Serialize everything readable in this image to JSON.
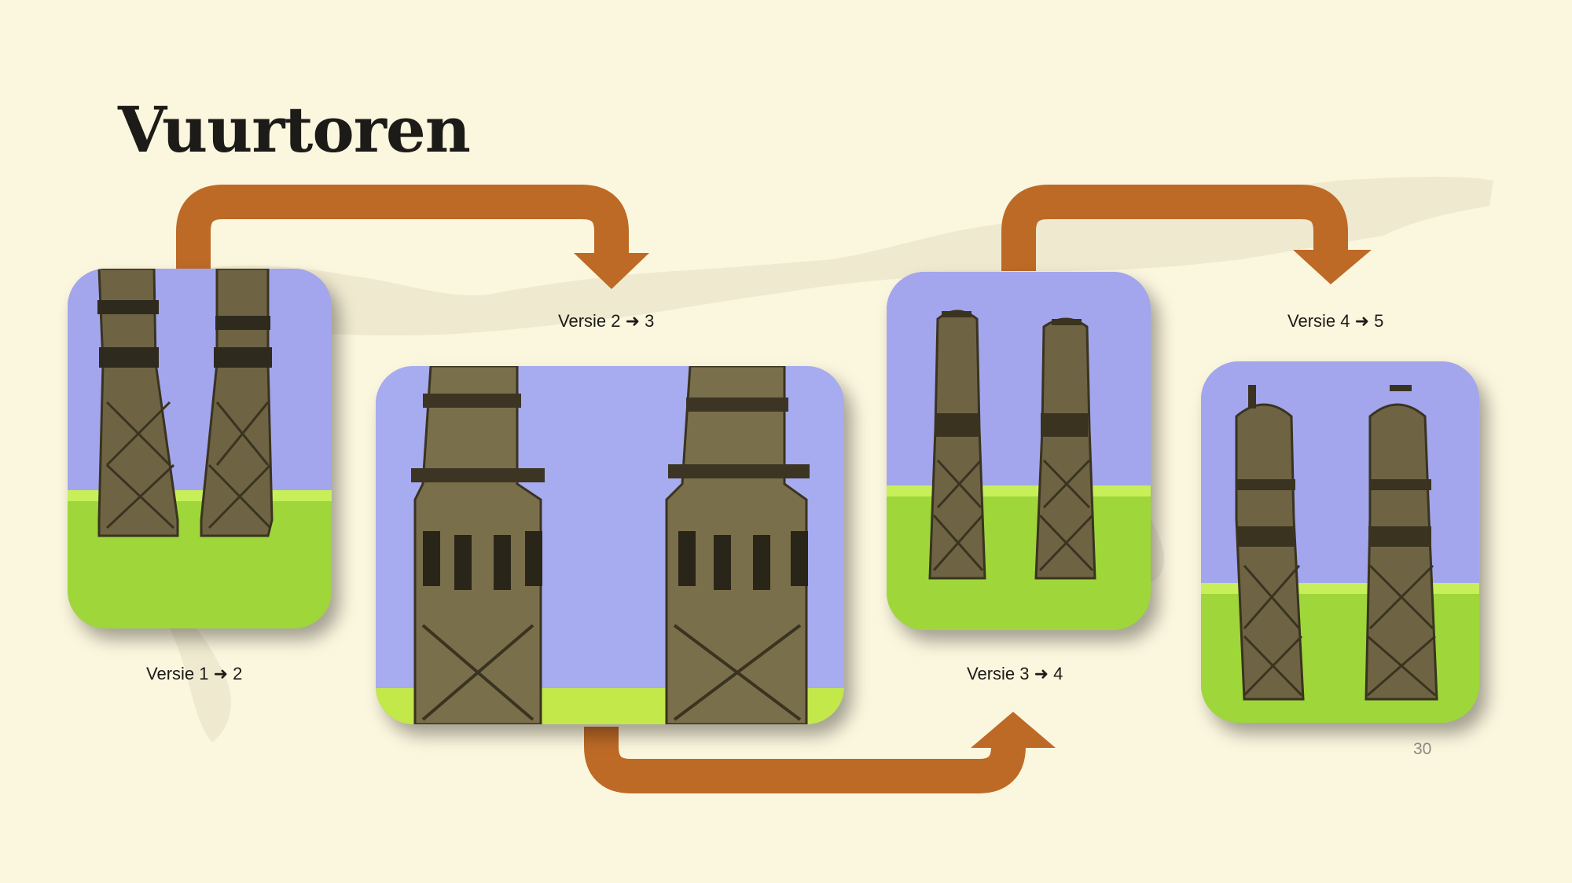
{
  "slide": {
    "title": "Vuurtoren",
    "page_number": "30",
    "accent_color": "#bd6a27",
    "background_color": "#fbf6de"
  },
  "captions": [
    {
      "label": "Versie 1 ➜ 2"
    },
    {
      "label": "Versie 2 ➜ 3"
    },
    {
      "label": "Versie 3 ➜ 4"
    },
    {
      "label": "Versie 4 ➜ 5"
    }
  ],
  "photos": [
    {
      "subject": "two lighthouse models version 1 and 2"
    },
    {
      "subject": "close-up of lighthouse models version 2 and 3"
    },
    {
      "subject": "two lighthouse models version 3 and 4"
    },
    {
      "subject": "two lighthouse models version 4 and 5"
    }
  ]
}
